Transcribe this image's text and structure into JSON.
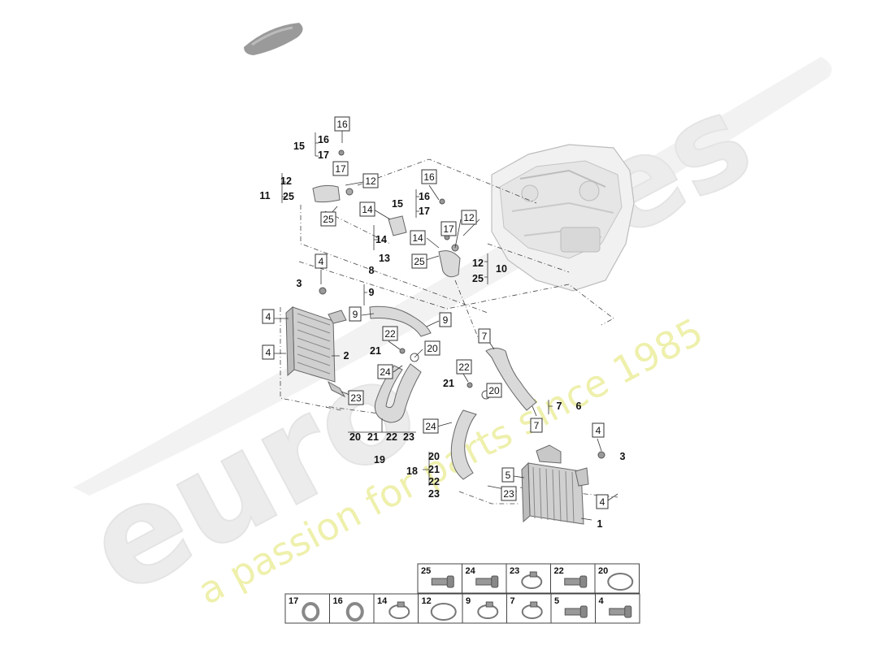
{
  "watermark": {
    "brand_a": "euro",
    "brand_b": "res",
    "tagline": "a passion for parts since 1985"
  },
  "callouts": [
    {
      "id": "c16a",
      "text": "16",
      "boxed": true
    },
    {
      "id": "c15a",
      "text": "15",
      "boxed": false
    },
    {
      "id": "c16b",
      "text": "16",
      "boxed": false
    },
    {
      "id": "c17a",
      "text": "17",
      "boxed": false
    },
    {
      "id": "c17b",
      "text": "17",
      "boxed": true
    },
    {
      "id": "c12a",
      "text": "12",
      "boxed": false
    },
    {
      "id": "c11",
      "text": "11",
      "boxed": false
    },
    {
      "id": "c25a",
      "text": "25",
      "boxed": false
    },
    {
      "id": "c12b",
      "text": "12",
      "boxed": true
    },
    {
      "id": "c25b",
      "text": "25",
      "boxed": true
    },
    {
      "id": "c14a",
      "text": "14",
      "boxed": true
    },
    {
      "id": "c16c",
      "text": "16",
      "boxed": true
    },
    {
      "id": "c15b",
      "text": "15",
      "boxed": false
    },
    {
      "id": "c16d",
      "text": "16",
      "boxed": false
    },
    {
      "id": "c17c",
      "text": "17",
      "boxed": false
    },
    {
      "id": "c12c",
      "text": "12",
      "boxed": true
    },
    {
      "id": "c17d",
      "text": "17",
      "boxed": true
    },
    {
      "id": "c14b",
      "text": "14",
      "boxed": false
    },
    {
      "id": "c13",
      "text": "13",
      "boxed": false
    },
    {
      "id": "c14c",
      "text": "14",
      "boxed": true
    },
    {
      "id": "c25c",
      "text": "25",
      "boxed": true
    },
    {
      "id": "c12d",
      "text": "12",
      "boxed": false
    },
    {
      "id": "c10",
      "text": "10",
      "boxed": false
    },
    {
      "id": "c25d",
      "text": "25",
      "boxed": false
    },
    {
      "id": "c4a",
      "text": "4",
      "boxed": true
    },
    {
      "id": "c3a",
      "text": "3",
      "boxed": false
    },
    {
      "id": "c8",
      "text": "8",
      "boxed": false
    },
    {
      "id": "c9a",
      "text": "9",
      "boxed": false
    },
    {
      "id": "c4b",
      "text": "4",
      "boxed": true
    },
    {
      "id": "c9b",
      "text": "9",
      "boxed": true
    },
    {
      "id": "c9c",
      "text": "9",
      "boxed": true
    },
    {
      "id": "c22a",
      "text": "22",
      "boxed": true
    },
    {
      "id": "c7a",
      "text": "7",
      "boxed": true
    },
    {
      "id": "c4c",
      "text": "4",
      "boxed": true
    },
    {
      "id": "c2",
      "text": "2",
      "boxed": false
    },
    {
      "id": "c21a",
      "text": "21",
      "boxed": false
    },
    {
      "id": "c20a",
      "text": "20",
      "boxed": true
    },
    {
      "id": "c24a",
      "text": "24",
      "boxed": true
    },
    {
      "id": "c22b",
      "text": "22",
      "boxed": true
    },
    {
      "id": "c21b",
      "text": "21",
      "boxed": false
    },
    {
      "id": "c23a",
      "text": "23",
      "boxed": true
    },
    {
      "id": "c20b",
      "text": "20",
      "boxed": true
    },
    {
      "id": "c7b",
      "text": "7",
      "boxed": false
    },
    {
      "id": "c6",
      "text": "6",
      "boxed": false
    },
    {
      "id": "c24b",
      "text": "24",
      "boxed": true
    },
    {
      "id": "c7c",
      "text": "7",
      "boxed": true
    },
    {
      "id": "c20c",
      "text": "20",
      "boxed": false
    },
    {
      "id": "c21c",
      "text": "21",
      "boxed": false
    },
    {
      "id": "c22c",
      "text": "22",
      "boxed": false
    },
    {
      "id": "c23b",
      "text": "23",
      "boxed": false
    },
    {
      "id": "c19",
      "text": "19",
      "boxed": false
    },
    {
      "id": "c4d",
      "text": "4",
      "boxed": true
    },
    {
      "id": "c3b",
      "text": "3",
      "boxed": false
    },
    {
      "id": "c20d",
      "text": "20",
      "boxed": false
    },
    {
      "id": "c18",
      "text": "18",
      "boxed": false
    },
    {
      "id": "c21d",
      "text": "21",
      "boxed": false
    },
    {
      "id": "c22d",
      "text": "22",
      "boxed": false
    },
    {
      "id": "c23c",
      "text": "23",
      "boxed": false
    },
    {
      "id": "c5",
      "text": "5",
      "boxed": true
    },
    {
      "id": "c23d",
      "text": "23",
      "boxed": true
    },
    {
      "id": "c4e",
      "text": "4",
      "boxed": true
    },
    {
      "id": "c1",
      "text": "1",
      "boxed": false
    }
  ],
  "legend": {
    "top_row": [
      "25",
      "24",
      "23",
      "22",
      "20"
    ],
    "bottom_row": [
      "17",
      "16",
      "14",
      "12",
      "9",
      "7",
      "5",
      "4"
    ]
  }
}
